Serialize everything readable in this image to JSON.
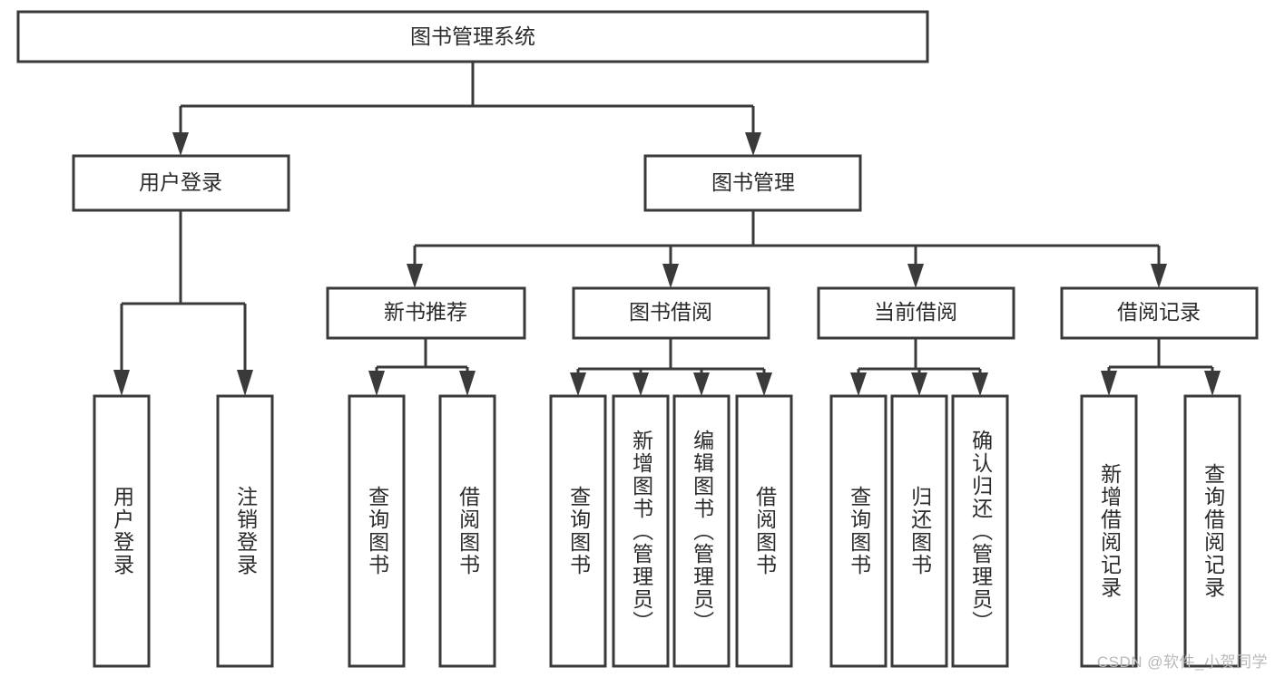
{
  "diagram": {
    "type": "hierarchy-tree",
    "title": "图书管理系统",
    "watermark": "CSDN @软件_小贺同学",
    "colors": {
      "stroke": "#3a3a3a",
      "box_fill": "#ffffff",
      "text": "#2b2b2b",
      "background": "#ffffff",
      "watermark": "#b9b9b9"
    },
    "root": {
      "label": "图书管理系统"
    },
    "level2": [
      {
        "label": "用户登录"
      },
      {
        "label": "图书管理"
      }
    ],
    "level3": [
      {
        "label": "新书推荐"
      },
      {
        "label": "图书借阅"
      },
      {
        "label": "当前借阅"
      },
      {
        "label": "借阅记录"
      }
    ],
    "leaves": {
      "user_login": [
        {
          "label": "用户登录"
        },
        {
          "label": "注销登录"
        }
      ],
      "new_book_recommend": [
        {
          "label": "查询图书"
        },
        {
          "label": "借阅图书"
        }
      ],
      "book_borrow": [
        {
          "label": "查询图书"
        },
        {
          "label": "新增图书（管理员）"
        },
        {
          "label": "编辑图书（管理员）"
        },
        {
          "label": "借阅图书"
        }
      ],
      "current_borrow": [
        {
          "label": "查询图书"
        },
        {
          "label": "归还图书"
        },
        {
          "label": "确认归还（管理员）"
        }
      ],
      "borrow_record": [
        {
          "label": "新增借阅记录"
        },
        {
          "label": "查询借阅记录"
        }
      ]
    }
  }
}
